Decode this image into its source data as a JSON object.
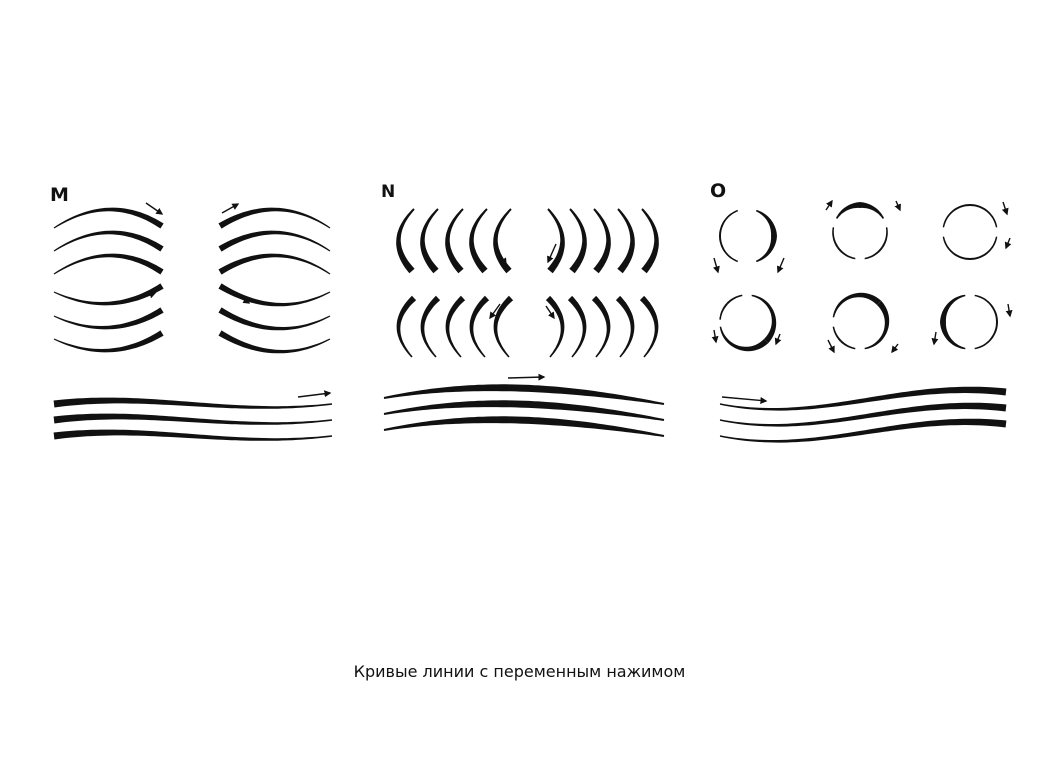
{
  "sections": [
    {
      "letter": "M"
    },
    {
      "letter": "N"
    },
    {
      "letter": "O"
    }
  ],
  "caption": "Кривые линии с переменным нажимом",
  "colors": {
    "ink": "#111111",
    "background": "#ffffff"
  }
}
